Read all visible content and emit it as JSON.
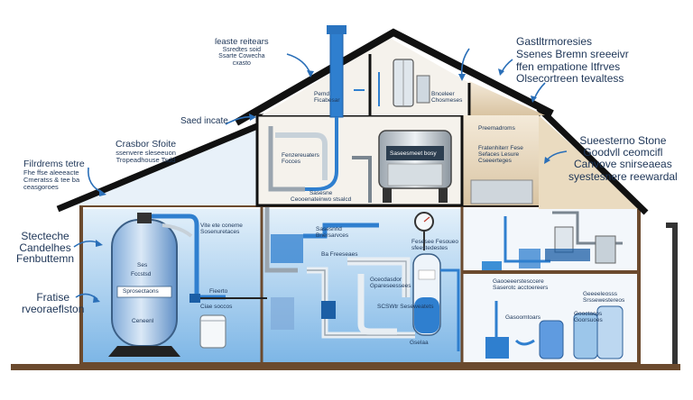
{
  "colors": {
    "roof": "#1a1a1a",
    "wall": "#6b4a2e",
    "water_light": "#dcebf7",
    "water_mid": "#9cc6ea",
    "water_deep": "#3c8fd6",
    "pipe_blue": "#2f7fcf",
    "pipe_white": "#e8eef3",
    "label_text": "#1d3557",
    "arrow": "#2a6fb8"
  },
  "callouts": {
    "top_left": [
      "ſeaste reitears",
      "Ssredtes soid",
      "Ssarte Cowecha",
      "cxasto"
    ],
    "saed_incate": "Saed incate",
    "crasbor_sfoite": [
      "Crasbor Sfoite",
      "ssenvere sleseeuon",
      "Tropeadhouse Tsdd"
    ],
    "filrdrems": [
      "Filrdrems tetre",
      "Fhe ffse aleeeacte",
      "Cmeratss & tee ba",
      "ceasgoroes"
    ],
    "stecteche": [
      "Stecteche",
      "Candelhes",
      "Fenbuttemn"
    ],
    "fratise": [
      "Fratise",
      "rveoraeflston"
    ],
    "top_right": [
      "Gastltrmoresies",
      "Ssenes Bremn sreeeivr",
      "ffen empatione Itfrves",
      "Olsecortreen tevaltess"
    ],
    "right": [
      "Sueesterno Stone",
      "Goodvll ceomcifl",
      "Canvove snirseaeas",
      "syestesnere reewardal"
    ]
  },
  "room_labels": {
    "attic_left": [
      "Pemd",
      "Ficabesar"
    ],
    "attic_right": [
      "Bnceleer",
      "Chosmeses"
    ],
    "water_heater": "Saseesmeet bosy",
    "mid_left": [
      "Fenzereuaters",
      "Focces"
    ],
    "laundry_top": [
      "Preemadroms"
    ],
    "laundry": [
      "Fratenhiterr Fese",
      "Sefaces Lesure",
      "Cseeerteges"
    ],
    "bottom_mid": [
      "Sasesne",
      "Ceooenateinwo stsalcd"
    ],
    "left_basement": [
      "Vite ete coneme",
      "Sosenuretaces"
    ],
    "ba_stnd": [
      "Sasesnnd",
      "Bnersarvces"
    ],
    "ba_main": "Ba Freeseaes",
    "ba_ops": [
      "Gcecdasdor",
      "Gpareseessees"
    ],
    "ba_bottom": "SCSWtr Seseweatets",
    "ba_water": "Gselaa",
    "ba_right": [
      "Fesesee Fesoueo",
      "sfeestedestes"
    ],
    "tank_brand": "Ses",
    "tank_sub": "Fccstsd",
    "tank_plate": "Sprosectaons",
    "tank_bottom": "Ceneenl",
    "pipe_label": "Fieerto",
    "bucket_label": "Ciae soccos",
    "right_mid": [
      "Gaooeeerstesccere",
      "Saserotc acctoereers"
    ],
    "right_low": "Gasoomtoars",
    "right_tanks": [
      "Geeeeleosss",
      "Srssewestereos"
    ],
    "right_tanks2": [
      "Gooctacos",
      "Goorsuoes"
    ]
  }
}
